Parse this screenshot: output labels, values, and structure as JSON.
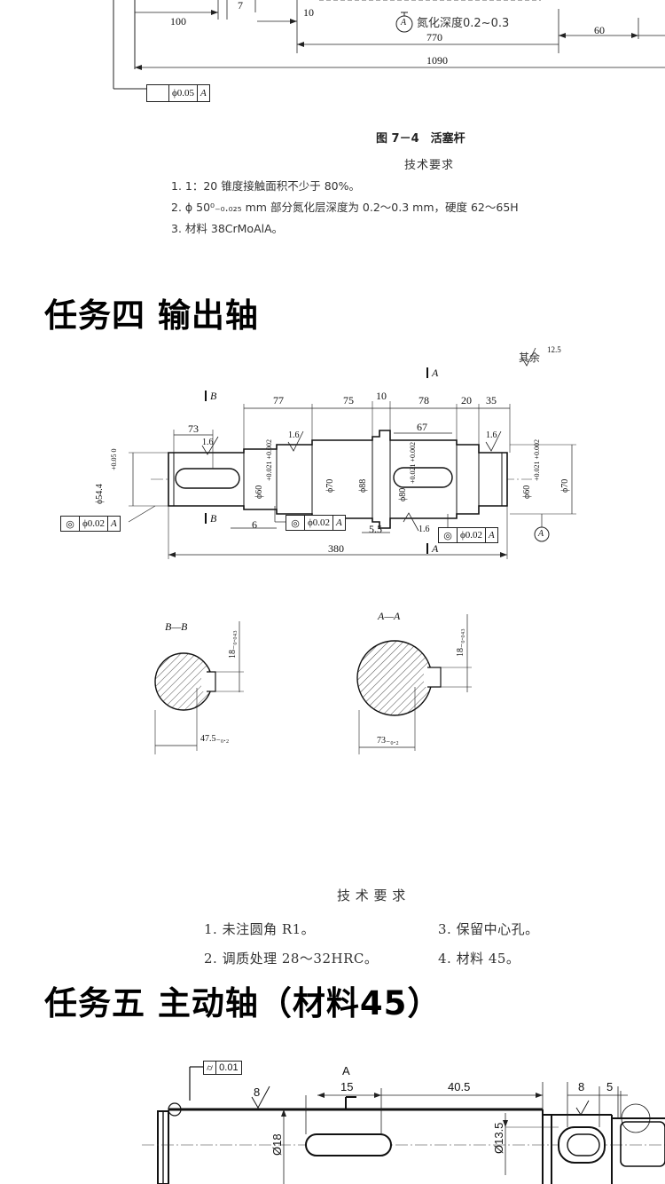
{
  "section_top": {
    "dims": {
      "d100": "100",
      "d10": "10",
      "d770": "770",
      "d1090": "1090",
      "d60": "60",
      "d7": "7"
    },
    "nitride_note": "氮化深度0.2~0.3",
    "datum_a": "A",
    "fcf": {
      "value": "ϕ0.05",
      "datum": "A"
    },
    "figure_caption": "图 7－4　活塞杆",
    "tech_title": "技术要求",
    "tech_items": [
      "1. 1：20 锥度接触面积不少于 80%。",
      "2. ϕ 50⁰₋₀.₀₂₅ mm 部分氮化层深度为 0.2～0.3 mm，硬度 62～65H",
      "3. 材料 38CrMoAlA。"
    ]
  },
  "task4": {
    "heading": "任务四 输出轴",
    "roughness_note": "其余",
    "roughness_value": "12.5",
    "section_labels": {
      "a_top": "A",
      "a_bottom": "A",
      "b_top": "B",
      "b_bottom": "B"
    },
    "dims": {
      "d77": "77",
      "d75": "75",
      "d10": "10",
      "d78": "78",
      "d20": "20",
      "d35": "35",
      "d73": "73",
      "d67": "67",
      "d6": "6",
      "d5_5": "5.5",
      "d380": "380",
      "r16a": "1.6",
      "r16b": "1.6",
      "r16c": "1.6",
      "r16d": "1.6",
      "dia54": "ϕ54.4",
      "dia54_tol": "+0.05 0",
      "dia60a": "ϕ60",
      "dia60a_tol": "+0.021 +0.002",
      "dia70a": "ϕ70",
      "dia88": "ϕ88",
      "dia80": "ϕ80",
      "dia80_tol": "+0.021 +0.002",
      "dia60b": "ϕ60",
      "dia60b_tol": "+0.021 +0.002",
      "dia70b": "ϕ70"
    },
    "fcf_left": {
      "value": "ϕ0.02",
      "datum": "A"
    },
    "fcf_mid": {
      "value": "ϕ0.02",
      "datum": "A"
    },
    "fcf_right": {
      "value": "ϕ0.02",
      "datum": "A"
    },
    "datum_circle": "A",
    "section_bb": {
      "title": "B—B",
      "vert": "18₋₀.₀₄₃",
      "horiz": "47.5₋₀.₂"
    },
    "section_aa": {
      "title": "A—A",
      "vert": "18₋₀.₀₄₃",
      "horiz": "73₋₀.₂"
    },
    "tech_title": "技 术 要 求",
    "tech_items": [
      "1. 未注圆角 R1。",
      "3. 保留中心孔。",
      "2. 调质处理 28～32HRC。",
      "4. 材料 45。"
    ]
  },
  "task5": {
    "heading": "任务五 主动轴（材料45）",
    "fcf": {
      "symbol": "⌭",
      "value": "0.01"
    },
    "section_a": "A",
    "dims": {
      "d15": "15",
      "d40_5": "40.5",
      "d8": "8",
      "d5": "5",
      "r8": "8",
      "dia18": "Ø18",
      "dia13_5": "Ø13.5"
    }
  }
}
